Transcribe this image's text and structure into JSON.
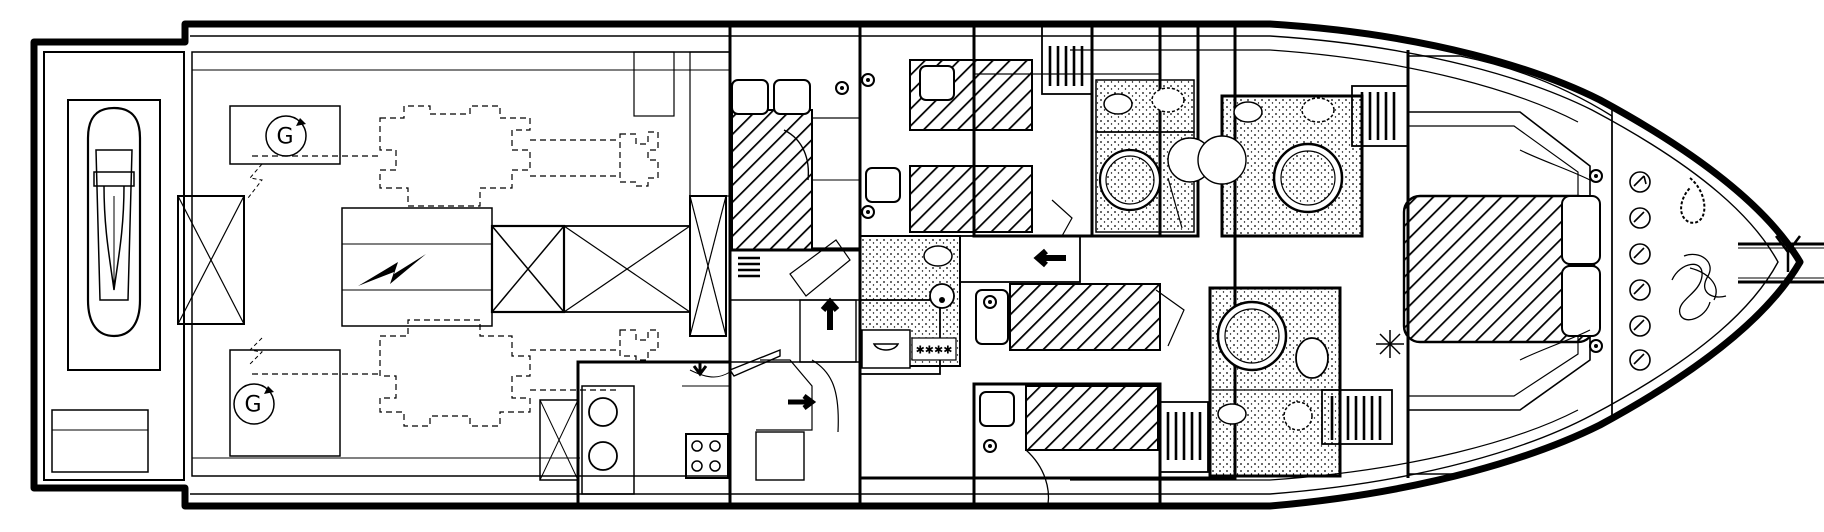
{
  "diagram": {
    "type": "yacht-lower-deck-plan",
    "colors": {
      "ink": "#000000",
      "paper": "#ffffff"
    },
    "generators": [
      {
        "label": "G"
      },
      {
        "label": "G"
      }
    ],
    "icons": [
      "jet-ski",
      "generator",
      "engine",
      "bed",
      "toilet",
      "shower",
      "sink",
      "stove",
      "washer",
      "stairs",
      "anchor",
      "anchor-chain",
      "windlass",
      "compass-rose"
    ]
  }
}
